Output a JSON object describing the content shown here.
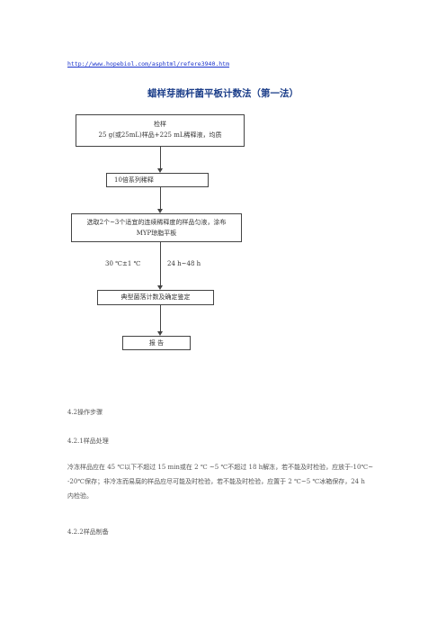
{
  "header": {
    "link": "http://www.hopebiol.com/asphtml/refere3940.htm",
    "title": "蜡样芽胞杆菌平板计数法（第一法）"
  },
  "flowchart": {
    "box1_line1": "检样",
    "box1_line2": "25 g(或25mL)样品+225 mL稀释液，均质",
    "box2": "10倍系列稀释",
    "box3_line1": "选取2个~3个适宜的连续稀释度的样品匀液，涂布",
    "box3_line2": "MYP琼脂平板",
    "cond_temp": "30 ℃±1 ℃",
    "cond_time": "24 h~48 h",
    "box4": "典型菌落计数及确定鉴定",
    "box5": "报  告"
  },
  "body": {
    "section_42": "4.2操作步骤",
    "section_421": "4.2.1样品处理",
    "para_line1": "冷冻样品应在 45 ℃以下不超过 15 min或在 2 ℃ ~5 ℃不超过 18 h解冻，若不能及时检验，应放于-10℃~",
    "para_line2": "-20℃保存；非冷冻而易腐的样品应尽可能及时检验，若不能及时检验，应置于 2 ℃~5 ℃冰箱保存，24 h",
    "para_line3": "内检验。",
    "section_422": "4.2.2样品制备"
  }
}
